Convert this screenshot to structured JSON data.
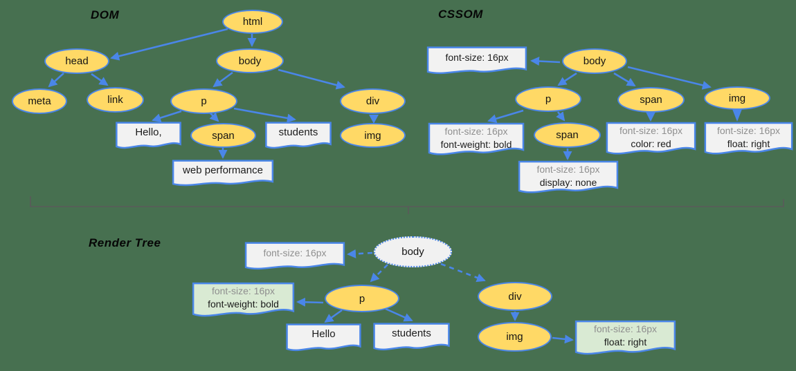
{
  "palette": {
    "background": "#477050",
    "node_fill": "#FFD966",
    "stroke_blue": "#4A86E8",
    "box_fill": "#F2F2F2",
    "render_match_fill": "#D9EAD3",
    "inherited_text": "#8F8F8F",
    "divider": "#5A5A5A"
  },
  "dom": {
    "title": "DOM",
    "nodes": {
      "html": "html",
      "head": "head",
      "body": "body",
      "meta": "meta",
      "link": "link",
      "p": "p",
      "span": "span",
      "div": "div",
      "img": "img"
    },
    "texts": {
      "hello": "Hello,",
      "students": "students",
      "web_performance": "web performance"
    }
  },
  "cssom": {
    "title": "CSSOM",
    "nodes": {
      "body": "body",
      "p": "p",
      "span_in_p": "span",
      "span": "span",
      "img": "img"
    },
    "rules": {
      "body": {
        "line1": "font-size: 16px"
      },
      "p": {
        "line1": "font-size: 16px",
        "line2": "font-weight: bold"
      },
      "span_in_p": {
        "line1": "font-size: 16px",
        "line2": "display: none"
      },
      "span": {
        "line1": "font-size: 16px",
        "line2": "color: red"
      },
      "img": {
        "line1": "font-size: 16px",
        "line2": "float: right"
      }
    }
  },
  "render_tree": {
    "title": "Render Tree",
    "nodes": {
      "body": "body",
      "p": "p",
      "div": "div",
      "img": "img"
    },
    "texts": {
      "hello": "Hello",
      "students": "students"
    },
    "styles": {
      "body": {
        "line1": "font-size: 16px"
      },
      "p": {
        "line1": "font-size: 16px",
        "line2": "font-weight: bold"
      },
      "img": {
        "line1": "font-size: 16px",
        "line2": "float: right"
      }
    }
  }
}
